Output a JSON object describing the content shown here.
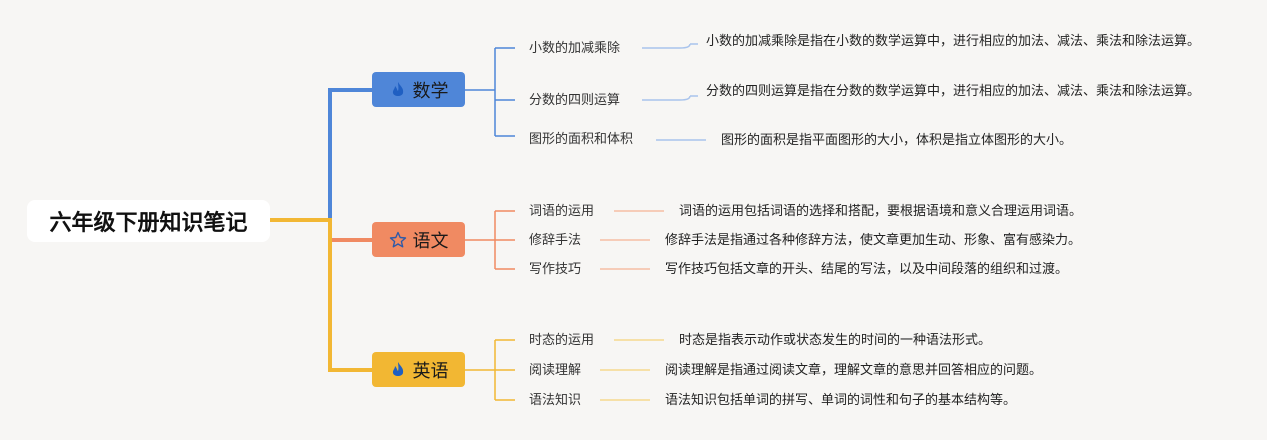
{
  "root": {
    "title": "六年级下册知识笔记"
  },
  "branches": [
    {
      "label": "数学",
      "icon": "flame-icon",
      "color": "#4f86d8",
      "line_color": "#4f86d8",
      "leaf_line": "#a9c4ec",
      "topics": [
        {
          "label": "小数的加减乘除",
          "desc": "小数的加减乘除是指在小数的数学运算中，进行相应的加法、减法、乘法和除法运算。"
        },
        {
          "label": "分数的四则运算",
          "desc": "分数的四则运算是指在分数的数学运算中，进行相应的加法、减法、乘法和除法运算。"
        },
        {
          "label": "图形的面积和体积",
          "desc": "图形的面积是指平面图形的大小，体积是指立体图形的大小。"
        }
      ]
    },
    {
      "label": "语文",
      "icon": "star-icon",
      "color": "#f08a62",
      "line_color": "#f08a62",
      "leaf_line": "#f6bda4",
      "topics": [
        {
          "label": "词语的运用",
          "desc": "词语的运用包括词语的选择和搭配，要根据语境和意义合理运用词语。"
        },
        {
          "label": "修辞手法",
          "desc": "修辞手法是指通过各种修辞方法，使文章更加生动、形象、富有感染力。"
        },
        {
          "label": "写作技巧",
          "desc": "写作技巧包括文章的开头、结尾的写法，以及中间段落的组织和过渡。"
        }
      ]
    },
    {
      "label": "英语",
      "icon": "flame-icon",
      "color": "#f2b733",
      "line_color": "#f2b733",
      "leaf_line": "#f6d88d",
      "topics": [
        {
          "label": "时态的运用",
          "desc": "时态是指表示动作或状态发生的时间的一种语法形式。"
        },
        {
          "label": "阅读理解",
          "desc": "阅读理解是指通过阅读文章，理解文章的意思并回答相应的问题。"
        },
        {
          "label": "语法知识",
          "desc": "语法知识包括单词的拼写、单词的词性和句子的基本结构等。"
        }
      ]
    }
  ]
}
